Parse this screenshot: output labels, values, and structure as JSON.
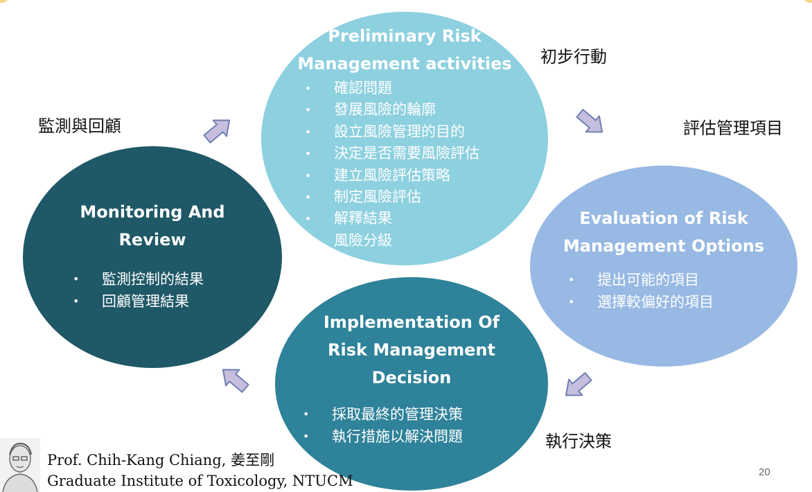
{
  "prelim": {
    "title": "Preliminary Risk\nManagement activities",
    "items": [
      "確認問題",
      "發展風險的輪廓",
      "設立風險管理的目的",
      "決定是否需要風險評估",
      "建立風險評估策略",
      "制定風險評估",
      "解釋結果",
      "風險分級"
    ]
  },
  "evaluation": {
    "title": "Evaluation of Risk\nManagement Options",
    "items": [
      "提出可能的項目",
      "選擇較偏好的項目"
    ]
  },
  "implementation": {
    "title": "Implementation Of\nRisk Management\nDecision",
    "items": [
      "採取最終的管理決策",
      "執行措施以解決問題"
    ]
  },
  "monitoring": {
    "title": "Monitoring And\nReview",
    "items": [
      "監測控制的結果",
      "回顧管理結果"
    ]
  },
  "labels": {
    "initial": "初步行動",
    "evaluate": "評估管理項目",
    "execute": "執行決策",
    "monitor": "監測與回顧"
  },
  "footer": {
    "name": "Prof. Chih-Kang Chiang, 姜至剛",
    "institute": "Graduate Institute of Toxicology, NTUCM",
    "page": "20"
  },
  "colors": {
    "prelim": "#8dd0df",
    "evaluation": "#97b9e3",
    "implementation": "#2e8299",
    "monitoring": "#1f5867",
    "arrow_fill": "#c6bedd",
    "arrow_stroke": "#6f7fb0"
  }
}
